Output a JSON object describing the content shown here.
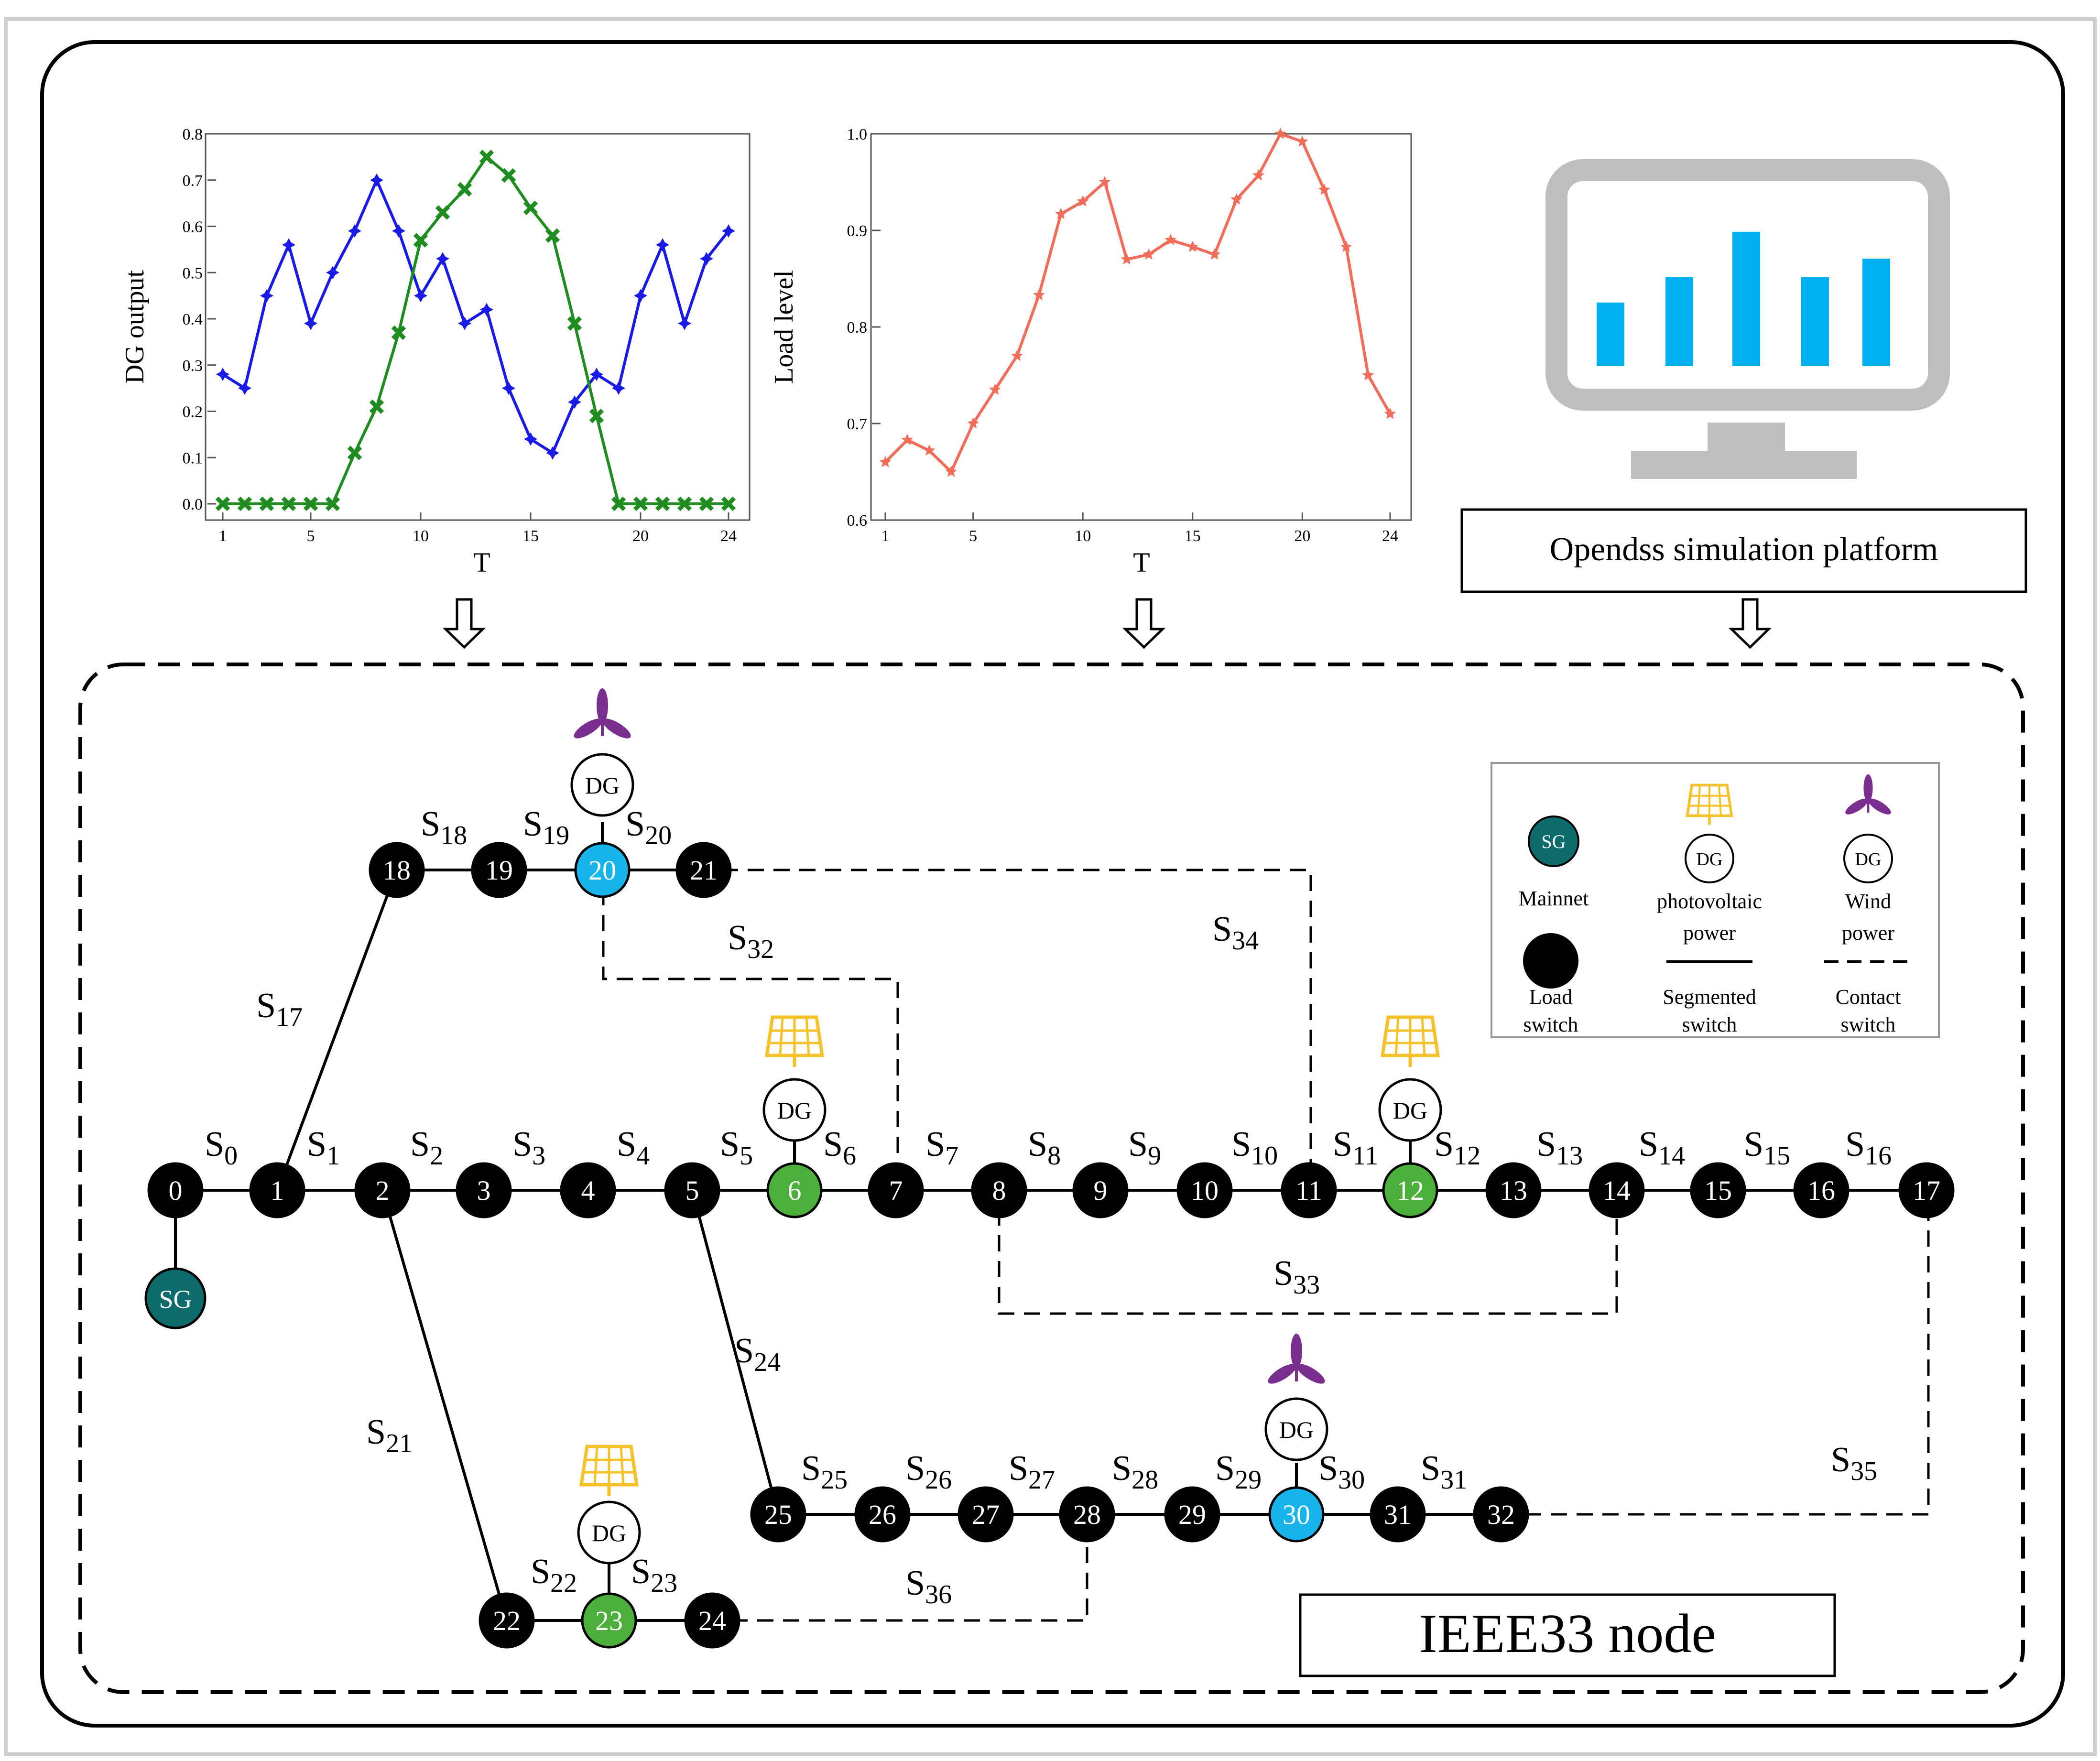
{
  "colors": {
    "dg_series_1": "#1a1ae6",
    "dg_series_2": "#1e8c1e",
    "load_series": "#f26c5a",
    "node_black": "#000000",
    "node_green": "#4caf3c",
    "node_blue": "#16b4ea",
    "node_teal": "#0e6b6b",
    "monitor_gray": "#bfbfbf",
    "monitor_bars": "#00b0f0",
    "wind_purple": "#7a2f8f",
    "pv_yellow": "#f5c22b"
  },
  "chart_data": [
    {
      "type": "line",
      "xlabel": "T",
      "ylabel": "DG output",
      "xlim": [
        1,
        24
      ],
      "ylim": [
        0,
        0.8
      ],
      "xticks": [
        "1",
        "5",
        "10",
        "15",
        "20",
        "24"
      ],
      "yticks": [
        "0.0",
        "0.1",
        "0.2",
        "0.3",
        "0.4",
        "0.5",
        "0.6",
        "0.7",
        "0.8"
      ],
      "x": [
        1,
        2,
        3,
        4,
        5,
        6,
        7,
        8,
        9,
        10,
        11,
        12,
        13,
        14,
        15,
        16,
        17,
        18,
        19,
        20,
        21,
        22,
        23,
        24
      ],
      "series": [
        {
          "values": [
            0.28,
            0.25,
            0.45,
            0.56,
            0.39,
            0.5,
            0.59,
            0.7,
            0.59,
            0.45,
            0.53,
            0.39,
            0.42,
            0.25,
            0.14,
            0.11,
            0.22,
            0.28,
            0.25,
            0.45,
            0.56,
            0.39,
            0.53,
            0.59
          ]
        },
        {
          "values": [
            0,
            0,
            0,
            0,
            0,
            0,
            0.11,
            0.21,
            0.37,
            0.57,
            0.63,
            0.68,
            0.75,
            0.71,
            0.64,
            0.58,
            0.39,
            0.19,
            0,
            0,
            0,
            0,
            0,
            0
          ]
        }
      ]
    },
    {
      "type": "line",
      "xlabel": "T",
      "ylabel": "Load level",
      "xlim": [
        1,
        24
      ],
      "ylim": [
        0.6,
        1.0
      ],
      "xticks": [
        "1",
        "5",
        "10",
        "15",
        "20",
        "24"
      ],
      "yticks": [
        "0.6",
        "0.7",
        "0.8",
        "0.9",
        "1.0"
      ],
      "x": [
        1,
        2,
        3,
        4,
        5,
        6,
        7,
        8,
        9,
        10,
        11,
        12,
        13,
        14,
        15,
        16,
        17,
        18,
        19,
        20,
        21,
        22,
        23,
        24
      ],
      "series": [
        {
          "values": [
            0.66,
            0.683,
            0.672,
            0.65,
            0.7,
            0.735,
            0.77,
            0.833,
            0.917,
            0.93,
            0.95,
            0.87,
            0.875,
            0.89,
            0.883,
            0.875,
            0.932,
            0.957,
            1.0,
            0.992,
            0.942,
            0.883,
            0.75,
            0.71
          ]
        }
      ]
    }
  ],
  "monitor": {
    "bars": [
      0.45,
      0.63,
      0.95,
      0.63,
      0.76
    ],
    "caption": "Opendss simulation platform"
  },
  "network": {
    "title": "IEEE33 node",
    "source_label": "SG",
    "dg_label": "DG",
    "main_nodes": [
      "0",
      "1",
      "2",
      "3",
      "4",
      "5",
      "6",
      "7",
      "8",
      "9",
      "10",
      "11",
      "12",
      "13",
      "14",
      "15",
      "16",
      "17"
    ],
    "branch_top": [
      "18",
      "19",
      "20",
      "21"
    ],
    "branch_mid": [
      "25",
      "26",
      "27",
      "28",
      "29",
      "30",
      "31",
      "32"
    ],
    "branch_low": [
      "22",
      "23",
      "24"
    ],
    "switch_prefix": "S",
    "switches": [
      "0",
      "1",
      "2",
      "3",
      "4",
      "5",
      "6",
      "7",
      "8",
      "9",
      "10",
      "11",
      "12",
      "13",
      "14",
      "15",
      "16",
      "17",
      "18",
      "19",
      "20",
      "21",
      "22",
      "23",
      "24",
      "25",
      "26",
      "27",
      "28",
      "29",
      "30",
      "31",
      "32",
      "33",
      "34",
      "35",
      "36"
    ]
  },
  "legend": {
    "mainnet": "Mainnet",
    "pv_line1": "photovoltaic",
    "pv_line2": "power",
    "wind_line1": "Wind",
    "wind_line2": "power",
    "load_line1": "Load",
    "load_line2": "switch",
    "seg_line1": "Segmented",
    "seg_line2": "switch",
    "contact_line1": "Contact",
    "contact_line2": "switch"
  }
}
